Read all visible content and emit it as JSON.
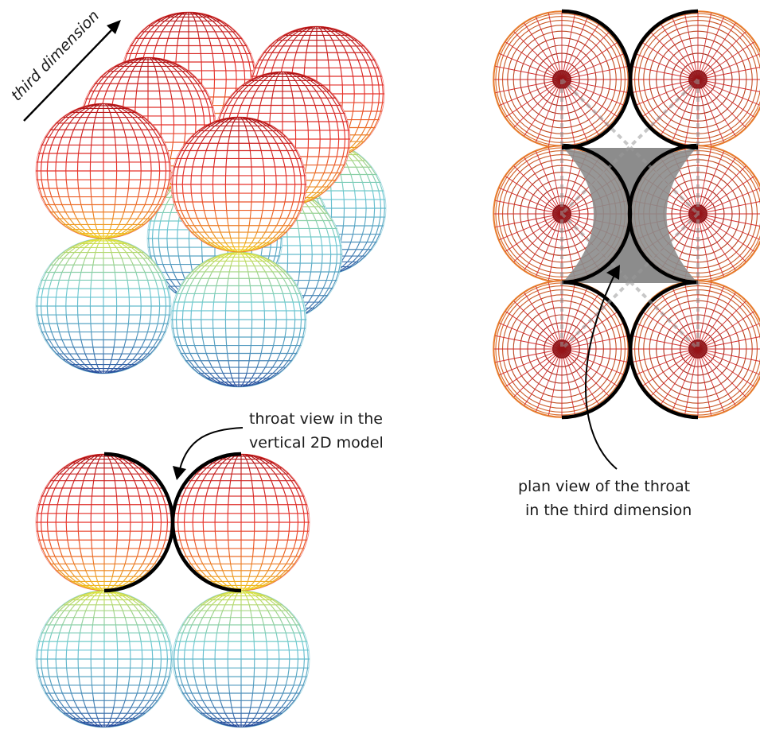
{
  "labels": {
    "third_dimension": "third dimension",
    "throat_vertical_line1": "throat view in the",
    "throat_vertical_line2": "vertical 2D model",
    "plan_view_line1": "plan view of the throat",
    "plan_view_line2": "in the third dimension"
  },
  "colors": {
    "top": "#a50d12",
    "upper": "#e8322b",
    "equator": "#f2e61f",
    "lower_mid": "#6cc9d3",
    "bottom": "#1f3c95",
    "plan_outer": "#e87d2e",
    "plan_inner": "#d22a2a",
    "plan_center": "#8b0f14",
    "throat_fill": "#8c8c8c",
    "throat_edge": "#000000",
    "arrow": "#000000"
  },
  "icons": [
    "wireframe-sphere-icon",
    "arrow-icon"
  ]
}
